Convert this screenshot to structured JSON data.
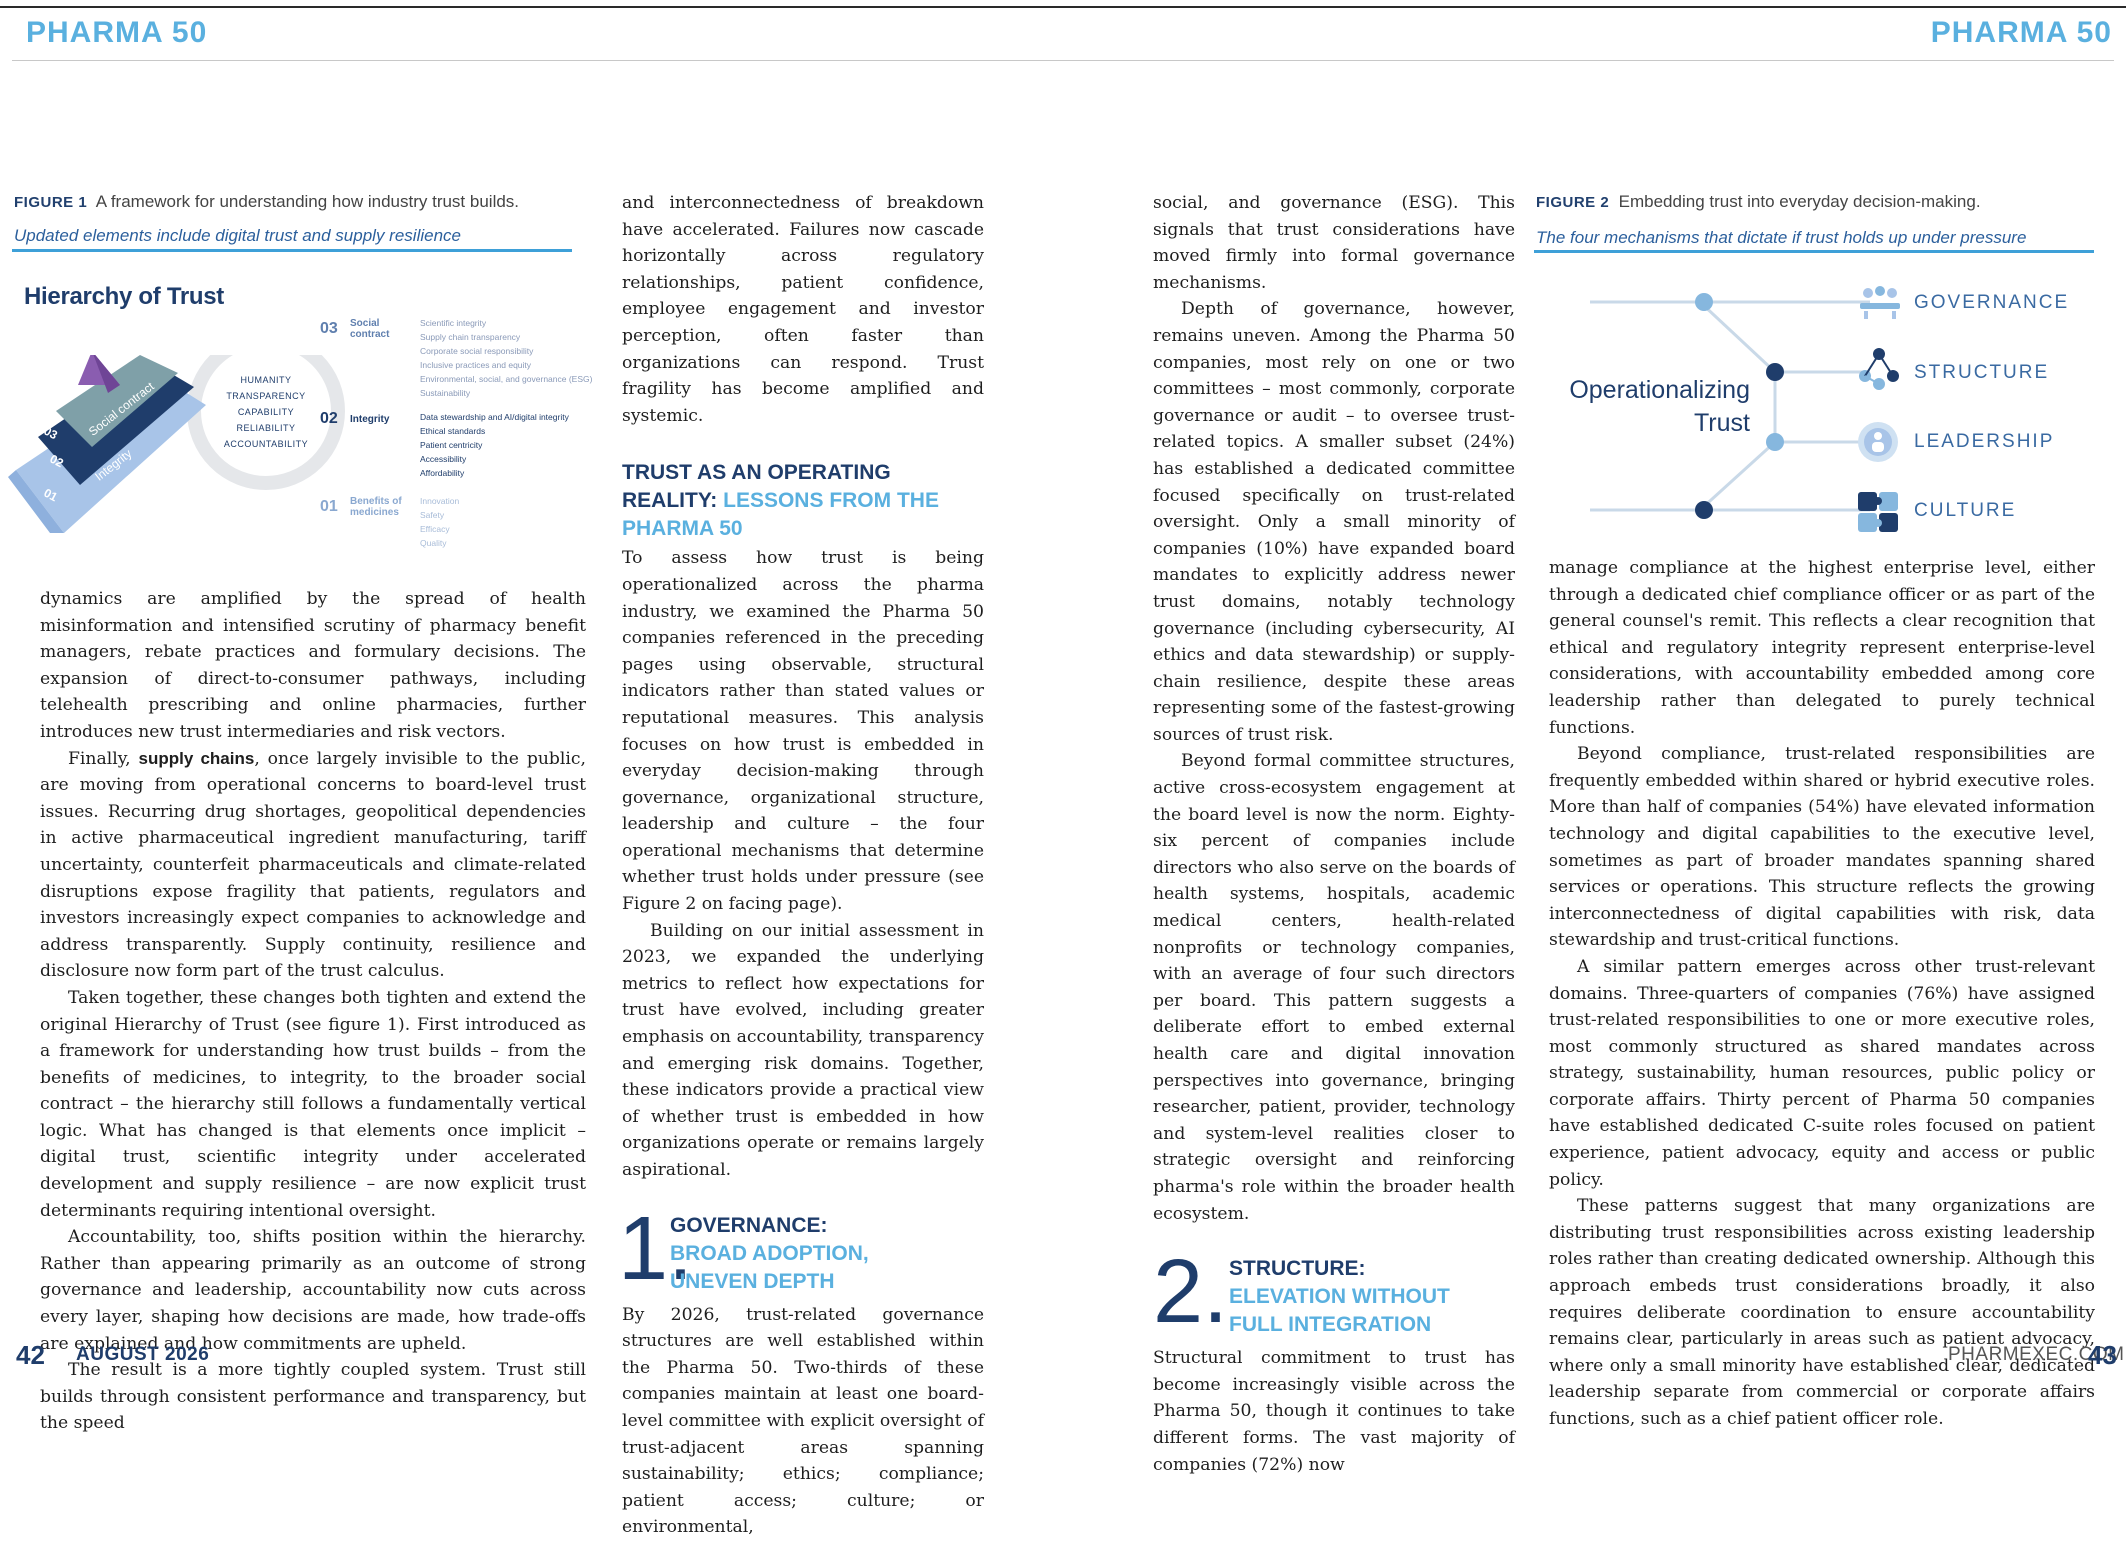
{
  "header": {
    "left": "PHARMA 50",
    "right": "PHARMA 50"
  },
  "footer": {
    "left_page": "42",
    "month": "AUGUST 2026",
    "site": "PHARMEXEC.COM",
    "right_page": "43"
  },
  "figure1": {
    "label": "FIGURE 1",
    "caption": "A framework for understanding how industry trust builds.",
    "subcaption": "Updated elements include digital trust and supply resilience",
    "title": "Hierarchy of Trust",
    "circle_words": [
      "HUMANITY",
      "TRANSPARENCY",
      "CAPABILITY",
      "RELIABILITY",
      "ACCOUNTABILITY"
    ],
    "pyramid_layers": [
      {
        "num": "03",
        "label": "Social contract"
      },
      {
        "num": "02",
        "label": "Integrity"
      },
      {
        "num": "01",
        "label": "Benefits of medicines"
      }
    ],
    "levels": [
      {
        "num": "03",
        "name": "Social contract",
        "items": [
          "Scientific integrity",
          "Supply chain transparency",
          "Corporate social responsibility",
          "Inclusive practices and equity",
          "Environmental, social, and governance (ESG)",
          "Sustainability"
        ]
      },
      {
        "num": "02",
        "name": "Integrity",
        "items": [
          "Data stewardship and AI/digital integrity",
          "Ethical standards",
          "Patient centricity",
          "Accessibility",
          "Affordability"
        ]
      },
      {
        "num": "01",
        "name": "Benefits of medicines",
        "items": [
          "Innovation",
          "Safety",
          "Efficacy",
          "Quality"
        ]
      }
    ]
  },
  "figure2": {
    "label": "FIGURE 2",
    "caption": "Embedding trust into everyday decision-making.",
    "subcaption": "The four mechanisms that dictate if trust holds up under pressure",
    "title_line1": "Operationalizing",
    "title_line2": "Trust",
    "mechanisms": [
      "GOVERNANCE",
      "STRUCTURE",
      "LEADERSHIP",
      "CULTURE"
    ],
    "colors": {
      "dark": "#1f3d6b",
      "light": "#86b7de",
      "line": "#c9d9e8"
    }
  },
  "col1": {
    "p1": "dynamics are amplified by the spread of health misinformation and intensified scrutiny of pharmacy benefit managers, rebate practices and formulary decisions. The expansion of direct-to-consumer pathways, including telehealth prescribing and online pharmacies, further introduces new trust intermediaries and risk vectors.",
    "p2_lead": "Finally, ",
    "p2_bold": "supply chains",
    "p2_rest": ", once largely invisible to the public, are moving from operational concerns to board-level trust issues. Recurring drug shortages, geopolitical dependencies in active pharmaceutical ingredient manufacturing, tariff uncertainty, counterfeit pharmaceuticals and climate-related disruptions expose fragility that patients, regulators and investors increasingly expect companies to acknowledge and address transparently. Supply continuity, resilience and disclosure now form part of the trust calculus.",
    "p3": "Taken together, these changes both tighten and extend the original Hierarchy of Trust (see figure 1). First introduced as a framework for understanding how trust builds – from the benefits of medicines, to integrity, to the broader social contract – the hierarchy still follows a fundamentally vertical logic. What has changed is that elements once implicit – digital trust, scientific integrity under accelerated development and supply resilience – are now explicit trust determinants requiring intentional oversight.",
    "p4": "Accountability, too, shifts position within the hierarchy. Rather than appearing primarily as an outcome of strong governance and leadership, accountability now cuts across every layer, shaping how decisions are made, how trade-offs are explained and how commitments are upheld.",
    "p5": "The result is a more tightly coupled system. Trust still builds through consistent performance and transparency, but the speed"
  },
  "col2": {
    "p1": "and interconnectedness of breakdown have accelerated. Failures now cascade horizontally across regulatory relationships, patient confidence, employee engagement and investor perception, often faster than organizations can respond. Trust fragility has become amplified and systemic.",
    "head_dark": "TRUST AS AN OPERATING REALITY:",
    "head_light": "LESSONS FROM THE PHARMA 50",
    "p2": "To assess how trust is being operationalized across the pharma industry, we examined the Pharma 50 companies referenced in the preceding pages using observable, structural indicators rather than stated values or reputational measures. This analysis focuses on how trust is embedded in everyday decision-making through governance, organizational structure, leadership and culture – the four operational mechanisms that determine whether trust holds under pressure (see Figure 2 on facing page).",
    "p3": "Building on our initial assessment in 2023, we expanded the underlying metrics to reflect how expectations for trust have evolved, including greater emphasis on accountability, transparency and emerging risk domains. Together, these indicators provide a practical view of whether trust is embedded in how organizations operate or remains largely aspirational.",
    "sec_num": "1.",
    "sec_dark": "GOVERNANCE:",
    "sec_light1": "BROAD ADOPTION,",
    "sec_light2": "UNEVEN DEPTH",
    "p4": "By 2026, trust-related governance structures are well established within the Pharma 50. Two-thirds of these companies maintain at least one board-level committee with explicit oversight of trust-adjacent areas spanning sustainability; ethics; compliance; patient access; culture; or environmental,"
  },
  "col3": {
    "p1": "social, and governance (ESG). This signals that trust considerations have moved firmly into formal governance mechanisms.",
    "p2": "Depth of governance, however, remains uneven. Among the Pharma 50 companies, most rely on one or two committees – most commonly, corporate governance or audit – to oversee trust-related topics. A smaller subset (24%) has established a dedicated committee focused specifically on trust-related oversight. Only a small minority of companies (10%) have expanded board mandates to explicitly address newer trust domains, notably technology governance (including cybersecurity, AI ethics and data stewardship) or supply-chain resilience, despite these areas representing some of the fastest-growing sources of trust risk.",
    "p3": "Beyond formal committee structures, active cross-ecosystem engagement at the board level is now the norm. Eighty-six percent of companies include directors who also serve on the boards of health systems, hospitals, academic medical centers, health-related nonprofits or technology companies, with an average of four such directors per board. This pattern suggests a deliberate effort to embed external health care and digital innovation perspectives into governance, bringing researcher, patient, provider, technology and system-level realities closer to strategic oversight and reinforcing pharma's role within the broader health ecosystem.",
    "sec_num": "2.",
    "sec_dark": "STRUCTURE:",
    "sec_light1": "ELEVATION WITHOUT",
    "sec_light2": "FULL INTEGRATION",
    "p4": "Structural commitment to trust has become increasingly visible across the Pharma 50, though it continues to take different forms. The vast majority of companies (72%) now"
  },
  "col4": {
    "p1": "manage compliance at the highest enterprise level, either through a dedicated chief compliance officer or as part of the general counsel's remit. This reflects a clear recognition that ethical and regulatory integrity represent enterprise-level considerations, with accountability embedded among core leadership rather than delegated to purely technical functions.",
    "p2": "Beyond compliance, trust-related responsibilities are frequently embedded within shared or hybrid executive roles. More than half of companies (54%) have elevated information technology and digital capabilities to the executive level, sometimes as part of broader mandates spanning shared services or operations. This structure reflects the growing interconnectedness of digital capabilities with risk, data stewardship and trust-critical functions.",
    "p3": "A similar pattern emerges across other trust-relevant domains. Three-quarters of companies (76%) have assigned trust-related responsibilities to one or more executive roles, most commonly structured as shared mandates across strategy, sustainability, human resources, public policy or corporate affairs. Thirty percent of Pharma 50 companies have established dedicated C-suite roles focused on patient experience, patient advocacy, equity and access or public policy.",
    "p4": "These patterns suggest that many organizations are distributing trust responsibilities across existing leadership roles rather than creating dedicated ownership. Although this approach embeds trust considerations broadly, it also requires deliberate coordination to ensure accountability remains clear, particularly in areas such as patient advocacy, where only a small minority have established clear, dedicated leadership separate from commercial or corporate affairs functions, such as a chief patient officer role."
  }
}
